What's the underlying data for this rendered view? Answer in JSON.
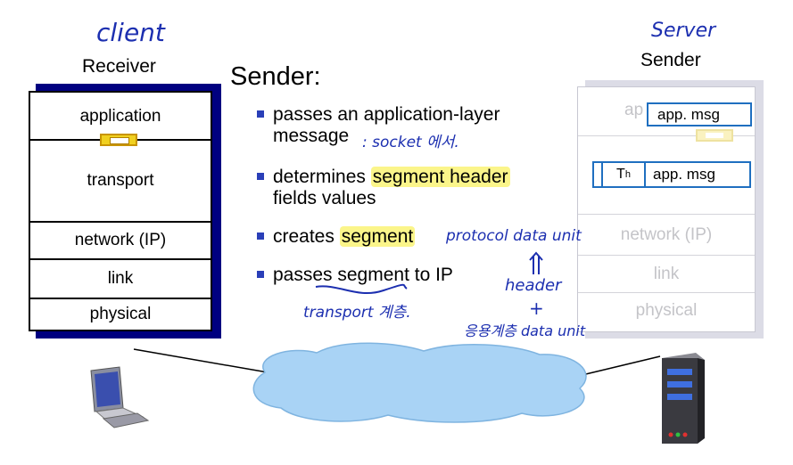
{
  "left_stack": {
    "annotation": "client",
    "title": "Receiver",
    "layers": [
      "application",
      "transport",
      "network (IP)",
      "link",
      "physical"
    ]
  },
  "right_stack": {
    "annotation": "Server",
    "title": "Sender",
    "app_label_partial": "ap",
    "app_msg": "app. msg",
    "segment_header": "T",
    "segment_header_sub": "h",
    "segment_msg": "app. msg",
    "layers": [
      "network (IP)",
      "link",
      "physical"
    ]
  },
  "sender_panel": {
    "heading": "Sender:",
    "bullet1": {
      "line1": "passes an application-layer",
      "line2": "message",
      "note": ": socket 에서."
    },
    "bullet2": {
      "prefix": "determines ",
      "highlight": "segment header",
      "line2": "fields values"
    },
    "bullet3": {
      "prefix": "creates ",
      "highlight": "segment",
      "note": "protocol data unit"
    },
    "bullet4": {
      "text": "passes segment to IP",
      "note_transport": "transport 계층.",
      "note_header": "header",
      "note_plus": "+",
      "note_payload": "응용계층 data unit"
    }
  }
}
